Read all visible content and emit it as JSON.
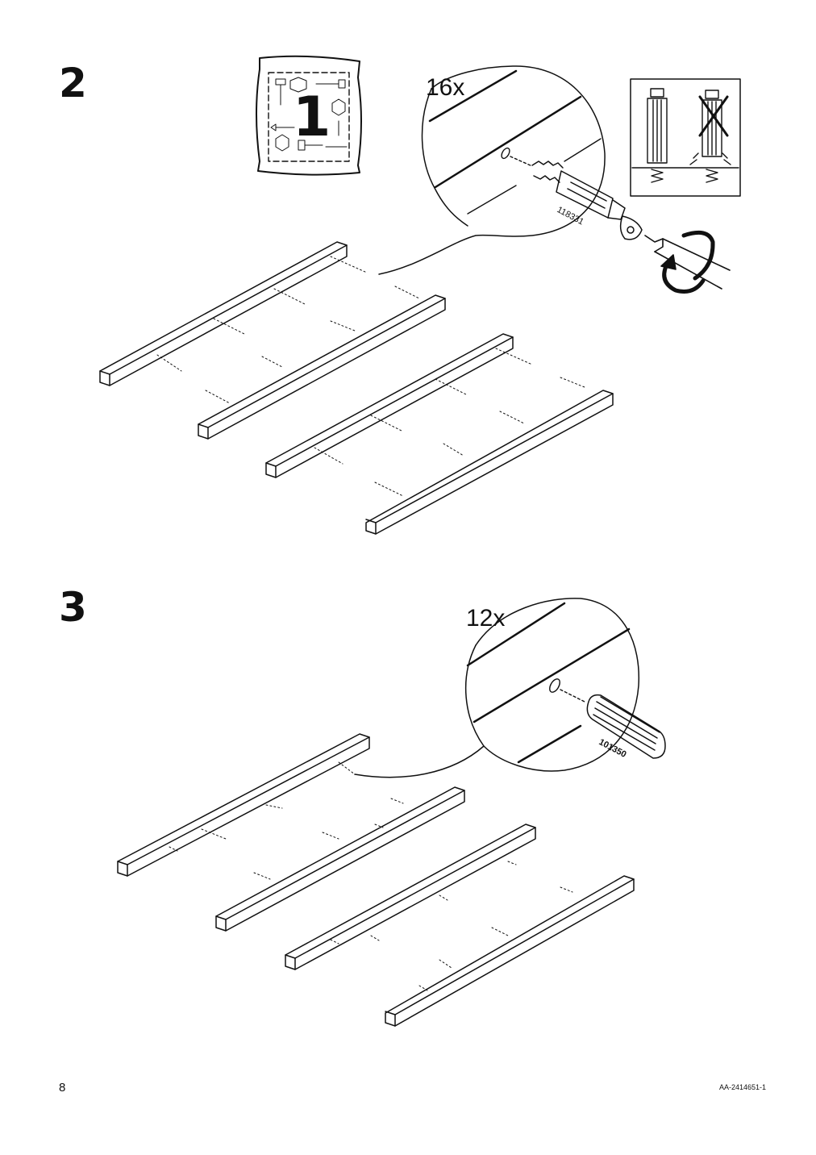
{
  "steps": [
    {
      "number": "2",
      "quantity": "16x",
      "part_number": "118331",
      "bag_number": "1"
    },
    {
      "number": "3",
      "quantity": "12x",
      "part_number": "101350"
    }
  ],
  "footer": {
    "page_number": "8",
    "document_code": "AA-2414651-1"
  }
}
